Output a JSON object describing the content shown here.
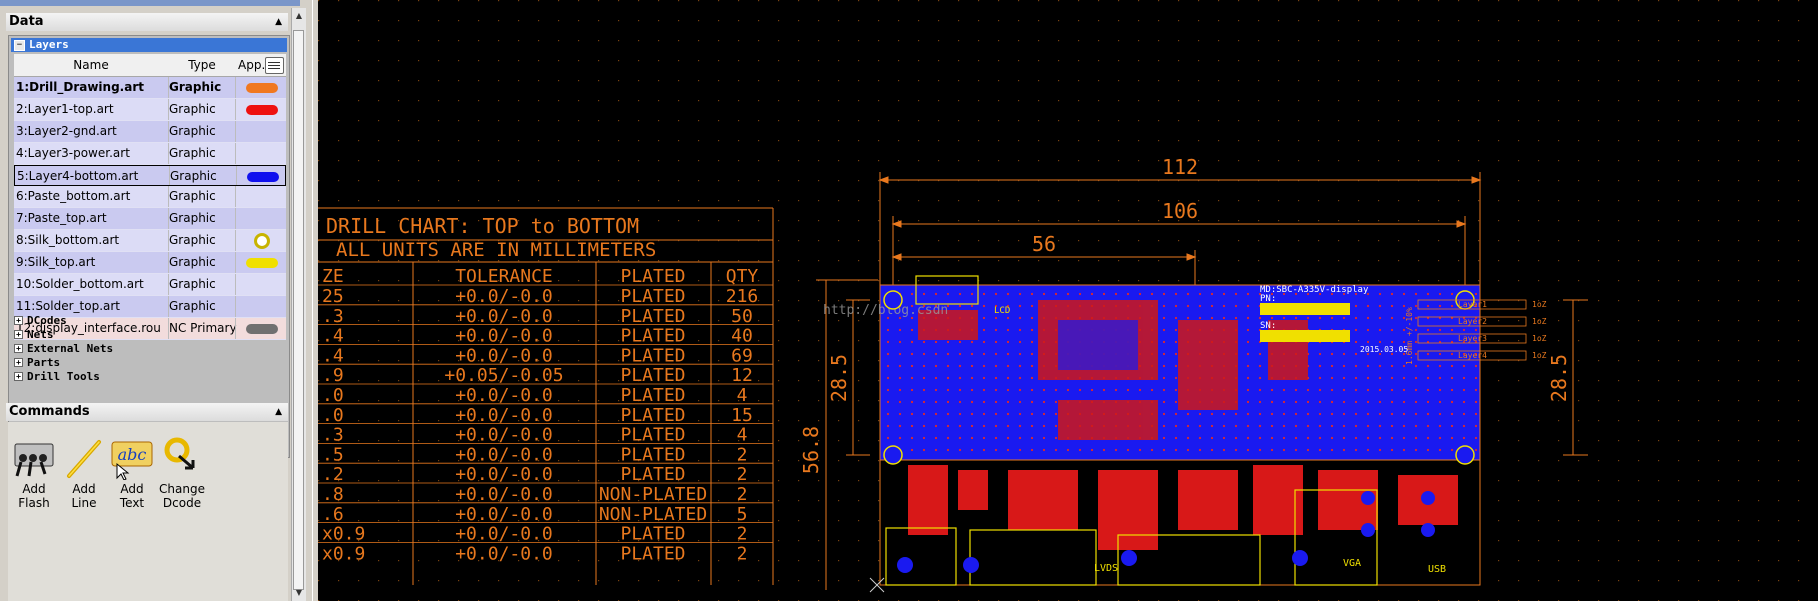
{
  "panel": {
    "data_header": "Data",
    "layers_group": "Layers",
    "columns": {
      "name": "Name",
      "type": "Type",
      "appearance": "App..."
    },
    "layers": [
      {
        "name": "1:Drill_Drawing.art",
        "type": "Graphic",
        "swatch": "#f07820"
      },
      {
        "name": "2:Layer1-top.art",
        "type": "Graphic",
        "swatch": "#ee1010"
      },
      {
        "name": "3:Layer2-gnd.art",
        "type": "Graphic",
        "swatch": ""
      },
      {
        "name": "4:Layer3-power.art",
        "type": "Graphic",
        "swatch": ""
      },
      {
        "name": "5:Layer4-bottom.art",
        "type": "Graphic",
        "swatch": "#1010ee"
      },
      {
        "name": "6:Paste_bottom.art",
        "type": "Graphic",
        "swatch": ""
      },
      {
        "name": "7:Paste_top.art",
        "type": "Graphic",
        "swatch": ""
      },
      {
        "name": "8:Silk_bottom.art",
        "type": "Graphic",
        "swatch": "#c8b400"
      },
      {
        "name": "9:Silk_top.art",
        "type": "Graphic",
        "swatch": "#f0e000"
      },
      {
        "name": "10:Solder_bottom.art",
        "type": "Graphic",
        "swatch": ""
      },
      {
        "name": "11:Solder_top.art",
        "type": "Graphic",
        "swatch": ""
      },
      {
        "name": "12:display_interface.rou",
        "type": "NC Primary",
        "swatch": "#707070"
      }
    ],
    "tree_items": [
      "DCodes",
      "Nets",
      "External Nets",
      "Parts",
      "Drill Tools"
    ],
    "commands_header": "Commands",
    "commands": [
      {
        "label": "Add Flash",
        "icon": "add-flash-icon"
      },
      {
        "label": "Add Line",
        "icon": "add-line-icon"
      },
      {
        "label": "Add Text",
        "icon": "add-text-icon"
      },
      {
        "label": "Change Dcode",
        "icon": "change-dcode-icon"
      }
    ]
  },
  "drill_chart": {
    "title": "DRILL CHART: TOP to BOTTOM",
    "subtitle": "ALL UNITS ARE IN MILLIMETERS",
    "headers": [
      "ZE",
      "TOLERANCE",
      "PLATED",
      "QTY"
    ],
    "rows": [
      [
        "25",
        "+0.0/-0.0",
        "PLATED",
        "216"
      ],
      [
        ".3",
        "+0.0/-0.0",
        "PLATED",
        "50"
      ],
      [
        ".4",
        "+0.0/-0.0",
        "PLATED",
        "40"
      ],
      [
        ".4",
        "+0.0/-0.0",
        "PLATED",
        "69"
      ],
      [
        ".9",
        "+0.05/-0.05",
        "PLATED",
        "12"
      ],
      [
        ".0",
        "+0.0/-0.0",
        "PLATED",
        "4"
      ],
      [
        ".0",
        "+0.0/-0.0",
        "PLATED",
        "15"
      ],
      [
        ".3",
        "+0.0/-0.0",
        "PLATED",
        "4"
      ],
      [
        ".5",
        "+0.0/-0.0",
        "PLATED",
        "2"
      ],
      [
        ".2",
        "+0.0/-0.0",
        "PLATED",
        "2"
      ],
      [
        ".8",
        "+0.0/-0.0",
        "NON-PLATED",
        "2"
      ],
      [
        ".6",
        "+0.0/-0.0",
        "NON-PLATED",
        "5"
      ],
      [
        "x0.9",
        "+0.0/-0.0",
        "PLATED",
        "2"
      ],
      [
        "x0.9",
        "+0.0/-0.0",
        "PLATED",
        "2"
      ]
    ]
  },
  "board": {
    "dim_overall_width": "112",
    "dim_hole_span": "106",
    "dim_partial": "56",
    "dim_left_height": "28.5",
    "dim_right_height": "28.5",
    "dim_total_height": "56.8",
    "silk_model": "MD:SBC-A335V-display",
    "silk_pn": "PN:",
    "silk_sn": "SN:",
    "silk_date": "2015.03.05",
    "silk_lcd": "LCD",
    "silk_lvds": "LVDS",
    "silk_vga": "VGA",
    "silk_usb": "USB",
    "watermark": "http://blog.csdn"
  },
  "stackup": {
    "thickness": "1.6mm +/-10%",
    "layers": [
      "Layer1",
      "Layer2",
      "Layer3",
      "Layer4"
    ],
    "weight": "1oZ"
  },
  "colors": {
    "outline": "#e8781e",
    "copper_top": "#ee1010",
    "copper_bottom": "#1a1af0",
    "silk": "#f0e000",
    "selection": "#3a76d6"
  }
}
